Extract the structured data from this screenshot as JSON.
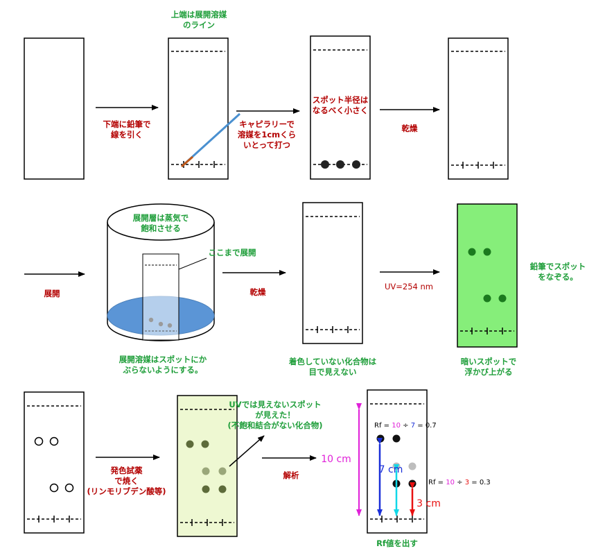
{
  "colors": {
    "red_text": "#b30000",
    "green_text": "#1f9e3a",
    "green_plate": "#86ee7a",
    "uv_spot": "#1b7a1e",
    "stain_plate": "#eef8d2",
    "stain_spot": "#5d6b3a",
    "stain_spot_light": "#9aa77a",
    "solvent": "#5b95d6"
  },
  "row1": {
    "top_line_note_1": "上端は展開溶媒",
    "top_line_note_2": "のライン",
    "step1_line1": "下端に鉛筆で",
    "step1_line2": "線を引く",
    "step2_line1": "キャピラリーで",
    "step2_line2": "溶媒を1cmくら",
    "step2_line3": "いとって打つ",
    "spot_note_1": "スポット半径は",
    "spot_note_2": "なるべく小さく",
    "step3": "乾燥"
  },
  "row2": {
    "step4": "展開",
    "chamber_note_1": "展開層は蒸気で",
    "chamber_note_2": "飽和させる",
    "develop_to": "ここまで展開",
    "solvent_note_1": "展開溶媒はスポットにか",
    "solvent_note_2": "ぶらないようにする。",
    "step5": "乾燥",
    "invisible_note_1": "着色していない化合物は",
    "invisible_note_2": "目で見えない",
    "uv_label": "UV=254 nm",
    "dark_spot_1": "暗いスポットで",
    "dark_spot_2": "浮かび上がる",
    "pencil_note_1": "鉛筆でスポット",
    "pencil_note_2": "をなぞる。"
  },
  "row3": {
    "stain_1": "発色試薬",
    "stain_2": "で焼く",
    "stain_3": "(リンモリブデン酸等)",
    "uv_invisible_1": "UVでは見えないスポット",
    "uv_invisible_2": "が見えた！",
    "uv_invisible_3": "(不飽和結合がない化合物)",
    "step_analysis": "解析",
    "dist_total": "10 cm",
    "dist_a": "7 cm",
    "dist_b": "3 cm",
    "rf_a": {
      "prefix": "Rf = ",
      "num": "10",
      "div": " ÷ ",
      "den": "7",
      "eq": " = 0.7"
    },
    "rf_b": {
      "prefix": "Rf = ",
      "num": "10",
      "div": " ÷ ",
      "den": "3",
      "eq": " = 0.3"
    },
    "result": "Rf値を出す"
  }
}
